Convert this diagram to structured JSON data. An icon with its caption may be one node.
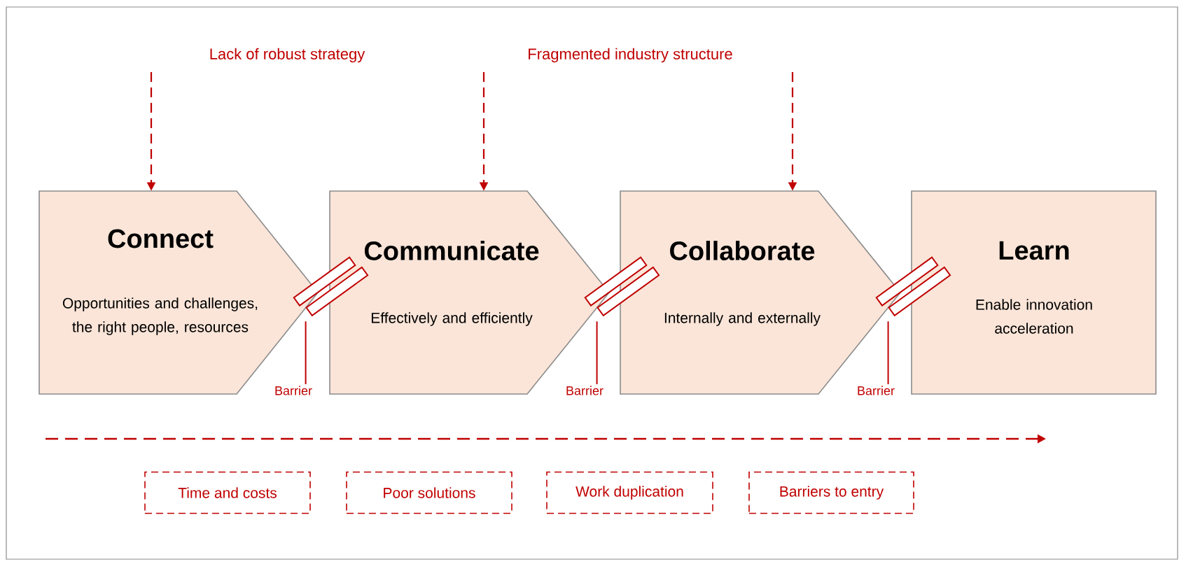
{
  "diagram": {
    "nodes": [
      {
        "text": [
          "Connect",
          "Opportunities and challenges, the right people, resources"
        ]
      },
      {
        "text": [
          "Communicate",
          "Effectively and efficiently"
        ]
      },
      {
        "text": [
          "Collaborate",
          "Internally and externally"
        ]
      },
      {
        "text": [
          "Learn",
          "Enable innovation acceleration"
        ]
      },
      {
        "text": [],
        "shape": "bar"
      },
      {
        "text": [],
        "shape": "bar"
      },
      {
        "text": [],
        "shape": "bar"
      },
      {
        "text": [
          "Barrier"
        ]
      },
      {
        "text": [
          "Barrier"
        ]
      },
      {
        "text": [
          "Barrier"
        ]
      },
      {
        "text": [
          "Time and costs"
        ]
      },
      {
        "text": [
          "Poor solutions"
        ]
      },
      {
        "text": [
          "Work duplication"
        ]
      },
      {
        "text": [
          "Barriers to entry"
        ]
      }
    ],
    "edges": [
      {
        "from": null,
        "to": 0,
        "arrow": "to",
        "style": "dashed"
      },
      {
        "from": null,
        "to": 1,
        "arrow": "to",
        "style": "dashed"
      },
      {
        "from": null,
        "to": 2,
        "arrow": "to",
        "style": "dashed"
      },
      {
        "from": 7,
        "to": 4,
        "arrow": "none"
      },
      {
        "from": 8,
        "to": 5,
        "arrow": "none"
      },
      {
        "from": 9,
        "to": 6,
        "arrow": "none"
      }
    ],
    "labels": [
      "Lack of robust strategy",
      "Fragmented industry structure"
    ]
  }
}
